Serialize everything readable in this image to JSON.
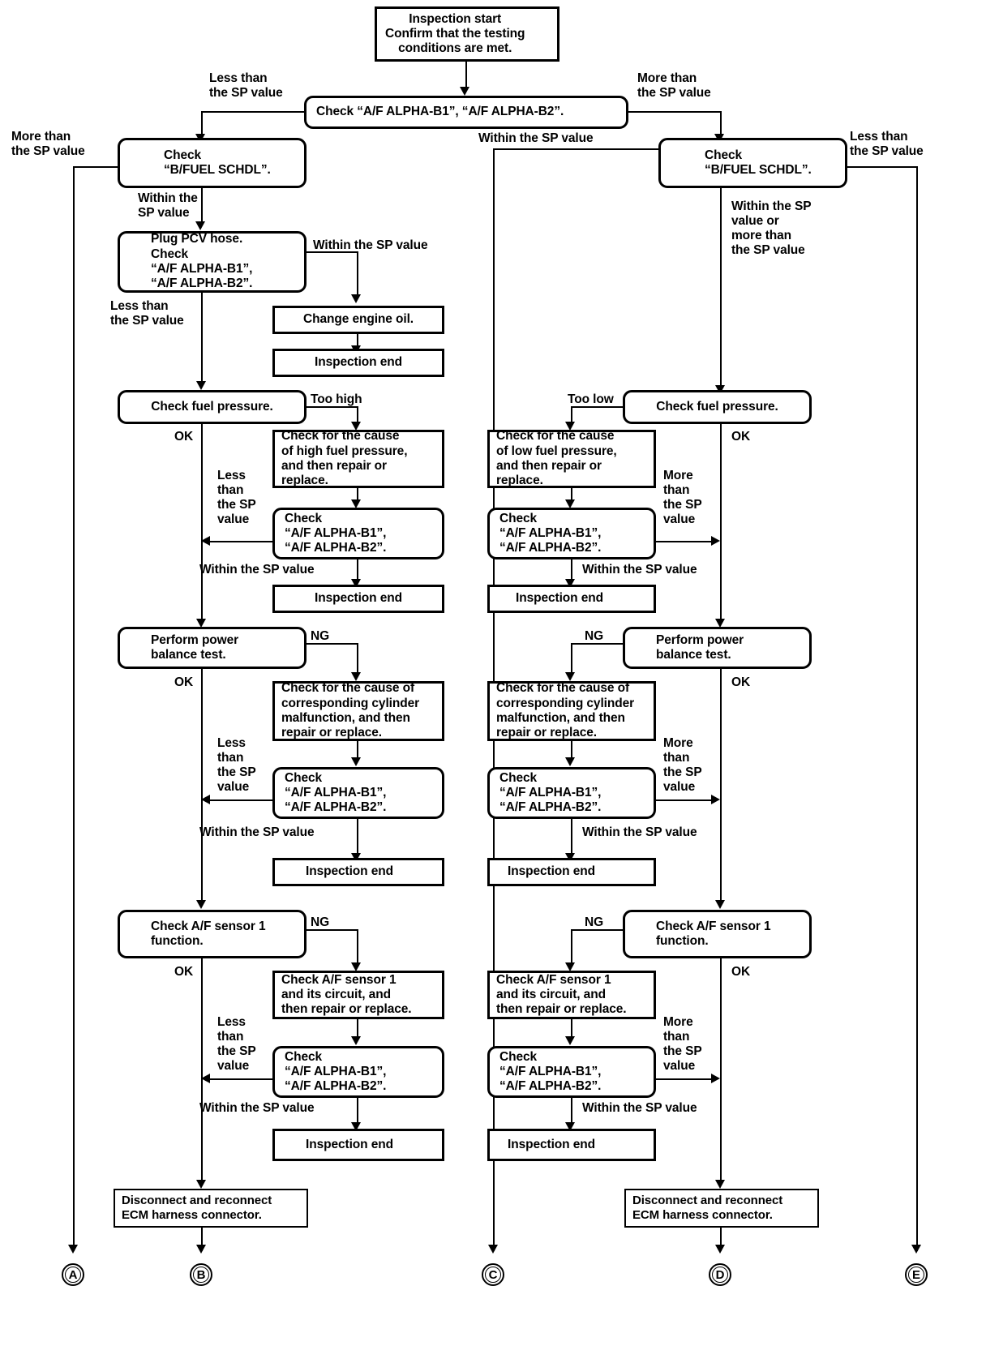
{
  "diagram": {
    "title": "A/F ALPHA diagnostic flowchart",
    "line_color": "#000000",
    "background": "#ffffff"
  },
  "nodes": {
    "start": "Inspection start\nConfirm that the testing\nconditions are met.",
    "check_alpha_top": "Check “A/F ALPHA-B1”, “A/F ALPHA-B2”.",
    "check_bfuel_left": "Check\n“B/FUEL SCHDL”.",
    "check_bfuel_right": "Check\n“B/FUEL SCHDL”.",
    "plug_pcv": "Plug PCV hose.\nCheck\n“A/F ALPHA-B1”,\n“A/F ALPHA-B2”.",
    "change_oil": "Change engine oil.",
    "inspection_end": "Inspection end",
    "check_fuel_pressure": "Check fuel pressure.",
    "cause_high_fp": "Check for the cause\nof high fuel pressure,\nand then repair or\nreplace.",
    "cause_low_fp": "Check for the cause\nof low fuel pressure,\nand then repair or\nreplace.",
    "check_alpha": "Check\n“A/F ALPHA-B1”,\n“A/F ALPHA-B2”.",
    "power_balance": "Perform power\nbalance test.",
    "cause_cylinder": "Check for the cause of\ncorresponding cylinder\nmalfunction, and then\nrepair or replace.",
    "check_af_sensor": "Check A/F sensor 1\nfunction.",
    "af_sensor_circuit": "Check A/F sensor 1\nand its circuit, and\nthen repair or replace.",
    "ecm_harness": "Disconnect and reconnect\nECM harness connector."
  },
  "edge_labels": {
    "less_than_sp": "Less than\nthe SP value",
    "more_than_sp": "More than\nthe SP value",
    "within_sp_2line": "Within the\nSP value",
    "within_sp_1line": "Within the SP value",
    "within_or_more": "Within the SP\nvalue or\nmore than\nthe SP value",
    "less_than_sp_narrow": "Less\nthan\nthe SP\nvalue",
    "more_than_sp_narrow": "More\nthan\nthe SP\nvalue",
    "too_high": "Too high",
    "too_low": "Too low",
    "ok": "OK",
    "ng": "NG"
  },
  "terminals": [
    {
      "id": "A",
      "label": "A"
    },
    {
      "id": "B",
      "label": "B"
    },
    {
      "id": "C",
      "label": "C"
    },
    {
      "id": "D",
      "label": "D"
    },
    {
      "id": "E",
      "label": "E"
    }
  ]
}
